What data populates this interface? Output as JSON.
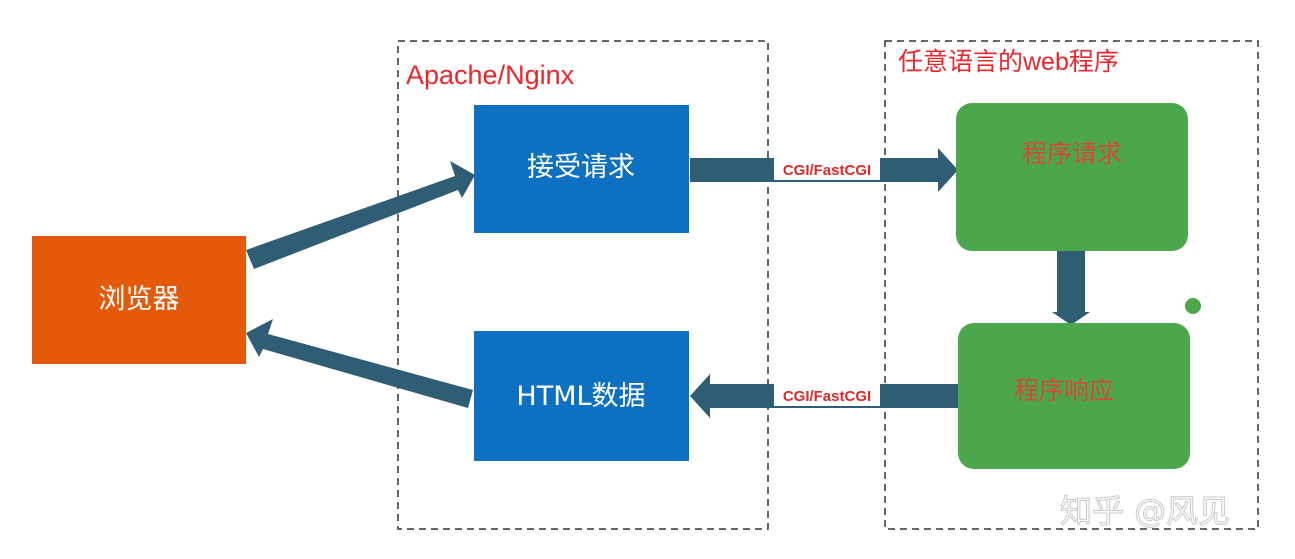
{
  "groups": {
    "server": {
      "title": "Apache/Nginx"
    },
    "app": {
      "title": "任意语言的web程序"
    }
  },
  "nodes": {
    "browser": "浏览器",
    "accept_request": "接受请求",
    "html_data": "HTML数据",
    "program_request": "程序请求",
    "program_response": "程序响应"
  },
  "edges": {
    "request_protocol": "CGI/FastCGI",
    "response_protocol": "CGI/FastCGI"
  },
  "watermark": "知乎 @风见",
  "colors": {
    "browser_fill": "#E35A0B",
    "server_box_fill": "#0E70C0",
    "program_box_fill": "#4CA64C",
    "arrow_fill": "#2F5D74",
    "group_title_color": "#E8262C",
    "program_text_color": "#D8473A",
    "dashed_border": "#333333"
  }
}
